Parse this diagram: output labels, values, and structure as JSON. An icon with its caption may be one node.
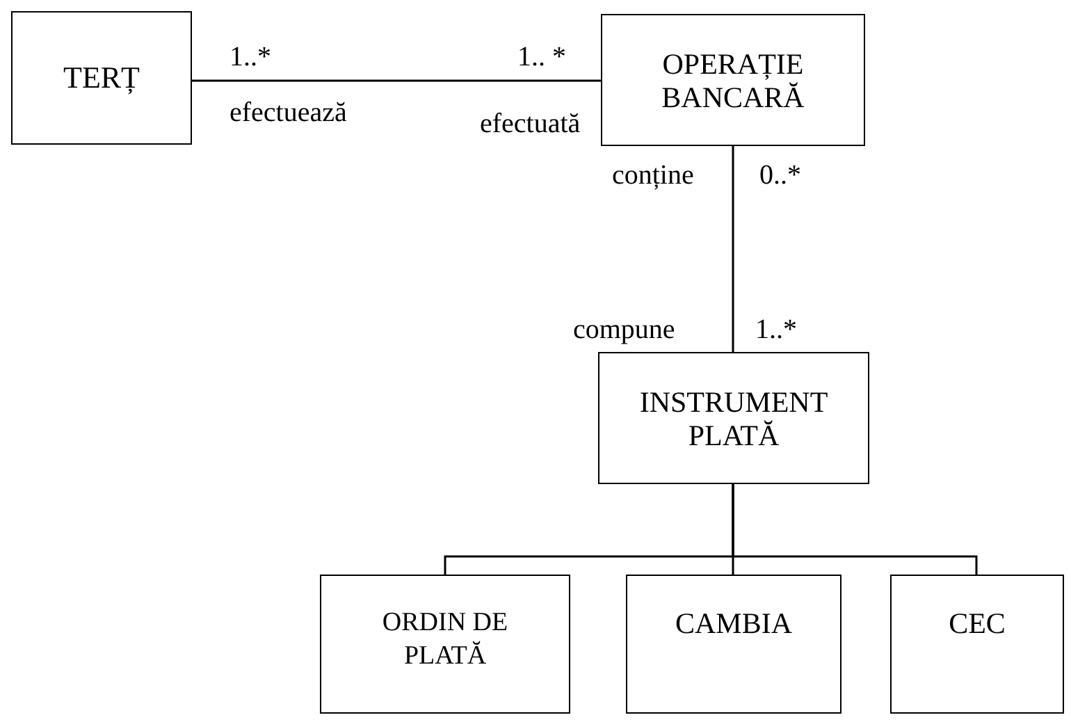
{
  "diagram": {
    "nodes": [
      {
        "text": [
          "TERȚ"
        ]
      },
      {
        "text": [
          "OPERAȚIE BANCARĂ"
        ]
      },
      {
        "text": [
          "INSTRUMENT PLATĂ"
        ]
      },
      {
        "text": [
          "ORDIN DE PLATĂ"
        ]
      },
      {
        "text": [
          "CAMBIA"
        ]
      },
      {
        "text": [
          "CEC"
        ]
      }
    ],
    "edges": [
      {
        "from": 0,
        "to": 1,
        "arrow": "none"
      },
      {
        "from": 1,
        "to": 2,
        "arrow": "none"
      },
      {
        "from": 2,
        "to": 3,
        "arrow": "none"
      },
      {
        "from": 2,
        "to": 4,
        "arrow": "none"
      },
      {
        "from": 2,
        "to": 5,
        "arrow": "none"
      }
    ],
    "labels": [
      "1..*",
      "1.. *",
      "efectuează",
      "efectuată",
      "conține",
      "0..*",
      "compune",
      "1..*"
    ]
  }
}
